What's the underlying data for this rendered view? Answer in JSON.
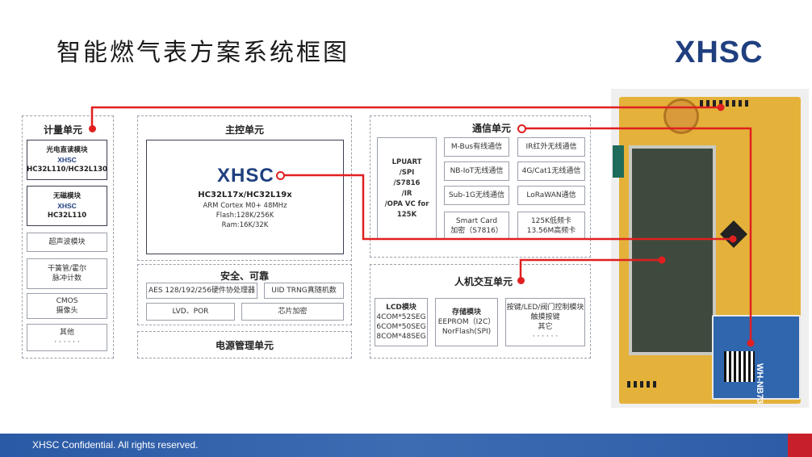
{
  "title": "智能燃气表方案系统框图",
  "logo": "XHSC",
  "footer": "XHSC Confidential. All rights reserved.",
  "metering": {
    "title": "计量单元",
    "optical": {
      "line1": "光电直读模块",
      "logo": "XHSC",
      "line3": "HC32L110/HC32L130"
    },
    "magnetless": {
      "line1": "无磁模块",
      "logo": "XHSC",
      "line3": "HC32L110"
    },
    "ultrasonic": "超声波模块",
    "reed": [
      "干簧管/霍尔",
      "脉冲计数"
    ],
    "cmos": [
      "CMOS",
      "摄像头"
    ],
    "other": [
      "其他",
      "· · · · · ·"
    ]
  },
  "main": {
    "title": "主控单元",
    "logo": "XHSC",
    "chip": "HC32L17x/HC32L19x",
    "specs": [
      "ARM Cortex M0+ 48MHz",
      "Flash:128K/256K",
      "Ram:16K/32K"
    ]
  },
  "security": {
    "title": "安全、可靠",
    "items": [
      "AES 128/192/256硬件协处理器",
      "UID TRNG真随机数",
      "LVD、POR",
      "芯片加密"
    ]
  },
  "power": {
    "title": "电源管理单元"
  },
  "comm": {
    "title": "通信单元",
    "iface": [
      "LPUART",
      "/SPI",
      "/S7816",
      "/IR",
      "/OPA VC for",
      "125K"
    ],
    "items": [
      "M-Bus有线通信",
      "IR红外无线通信",
      "NB-IoT无线通信",
      "4G/Cat1无线通信",
      "Sub-1G无线通信",
      "LoRaWAN通信"
    ],
    "smart_card": [
      "Smart Card",
      "加密（S7816）"
    ],
    "rf_card": [
      "125K低频卡",
      "13.56M高频卡"
    ]
  },
  "hmi": {
    "title": "人机交互单元",
    "lcd": {
      "title": "LCD模块",
      "lines": [
        "4COM*52SEG",
        "6COM*50SEG",
        "8COM*48SEG"
      ]
    },
    "storage": {
      "title": "存储模块",
      "lines": [
        "EEPROM（I2C）",
        "NorFlash(SPI)"
      ]
    },
    "keys": {
      "lines": [
        "按键/LED/阀门控制模块",
        "触摸按键",
        "其它",
        "· · · · · ·"
      ]
    }
  },
  "module_label": "WH-NB73"
}
